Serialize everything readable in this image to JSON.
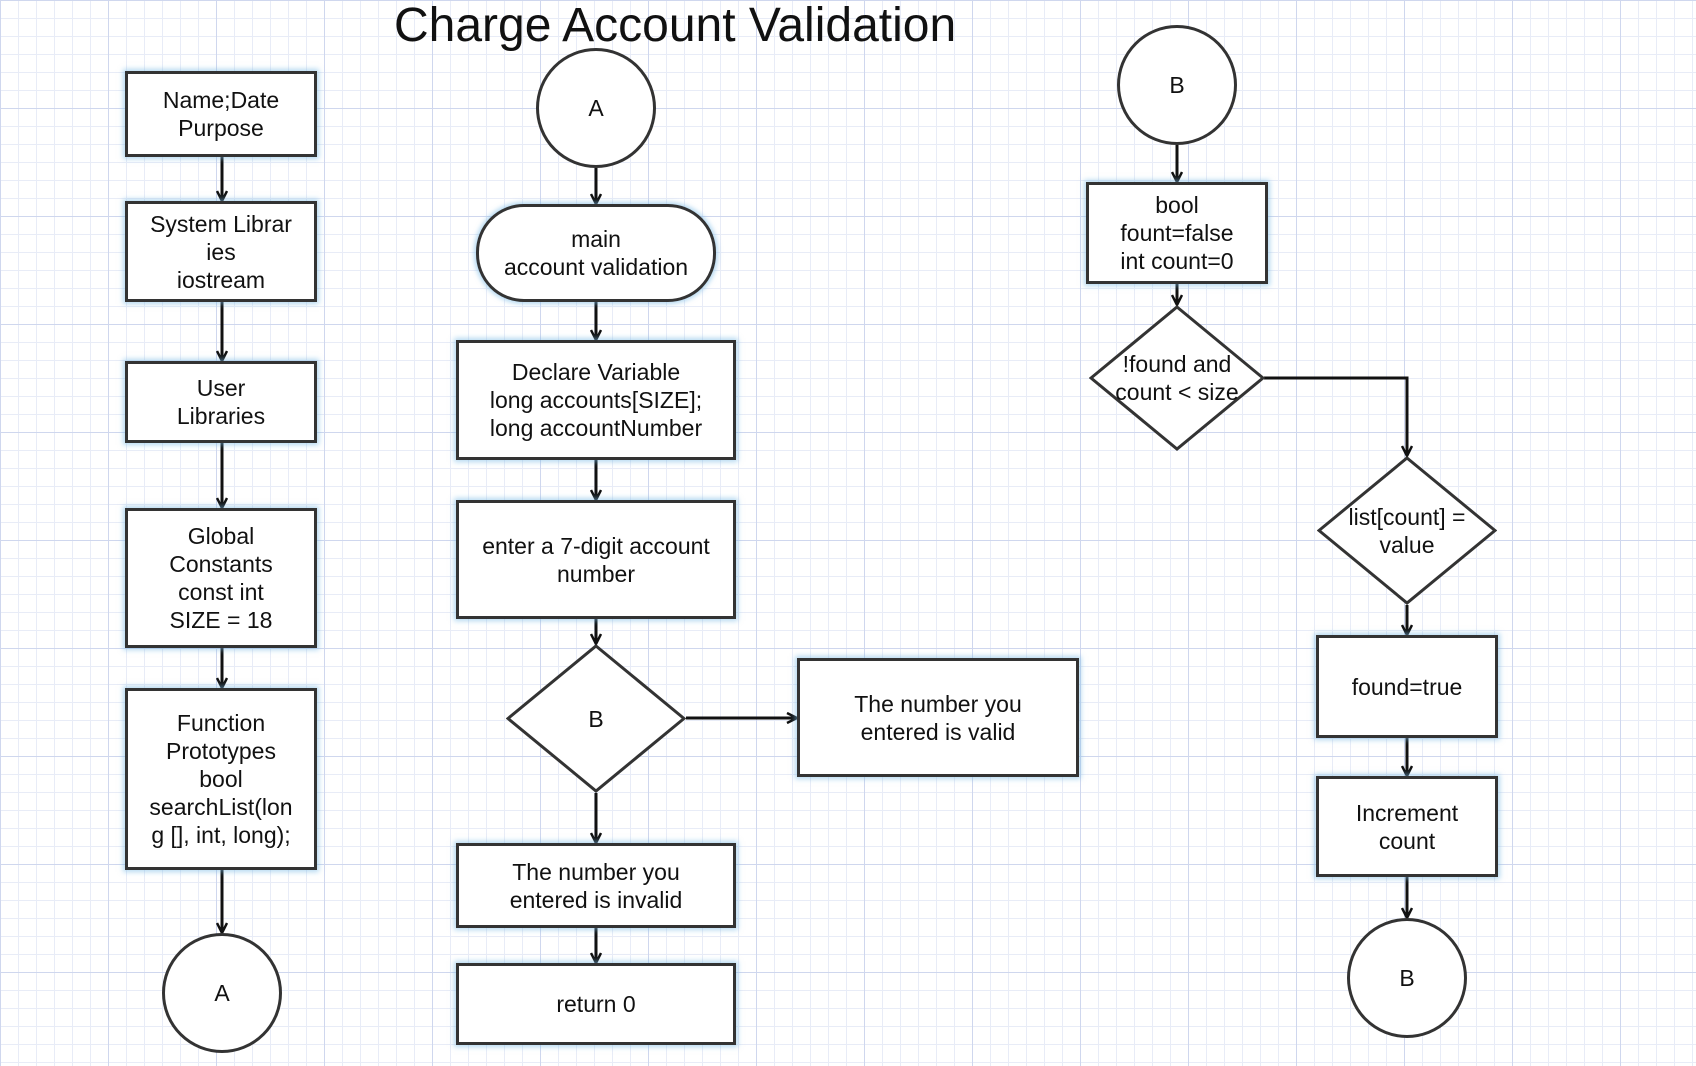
{
  "title": "Charge Account Validation",
  "column1": {
    "header": "Name;Date\nPurpose",
    "system_libraries": "System Librar\nies\niostream",
    "user_libraries": "User\nLibraries",
    "global_constants": "Global\nConstants\nconst int\nSIZE = 18",
    "function_prototypes": "Function\nPrototypes\nbool\nsearchList(lon\ng [], int, long);",
    "connector_a": "A"
  },
  "column2": {
    "connector_a": "A",
    "main": "main\naccount validation",
    "declare": "Declare Variable\nlong accounts[SIZE];\nlong accountNumber",
    "enter": "enter a 7-digit account\nnumber",
    "decision_b": "B",
    "valid": "The number you\nentered is valid",
    "invalid": "The number you\nentered is invalid",
    "return": "return 0"
  },
  "column3": {
    "connector_b_top": "B",
    "init": "bool\nfount=false\nint count=0",
    "loop_condition": "!found and\ncount < size",
    "compare": "list[count] =\nvalue",
    "found_true": "found=true",
    "increment": "Increment\ncount",
    "connector_b_bottom": "B"
  },
  "colors": {
    "stroke": "#333333",
    "glow": "#78b9e6",
    "grid_major": "#cfd7ee",
    "grid_minor": "#e8ecf7"
  }
}
